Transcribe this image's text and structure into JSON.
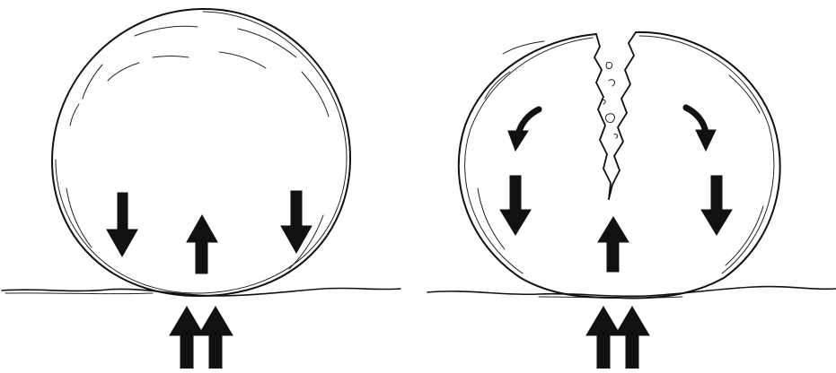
{
  "figure": {
    "panels": [
      {
        "id": "intact",
        "state": "intact sphere",
        "internal_arrows": [
          "down",
          "up",
          "down"
        ],
        "ground_arrows": [
          "up",
          "up"
        ]
      },
      {
        "id": "cracked",
        "state": "cracked sphere",
        "curved_arrows": [
          "counterclockwise-down",
          "clockwise-down"
        ],
        "internal_arrows": [
          "down",
          "up",
          "down"
        ],
        "ground_arrows": [
          "up",
          "up"
        ]
      }
    ],
    "colors": {
      "ink": "#111111",
      "background": "#ffffff"
    }
  }
}
